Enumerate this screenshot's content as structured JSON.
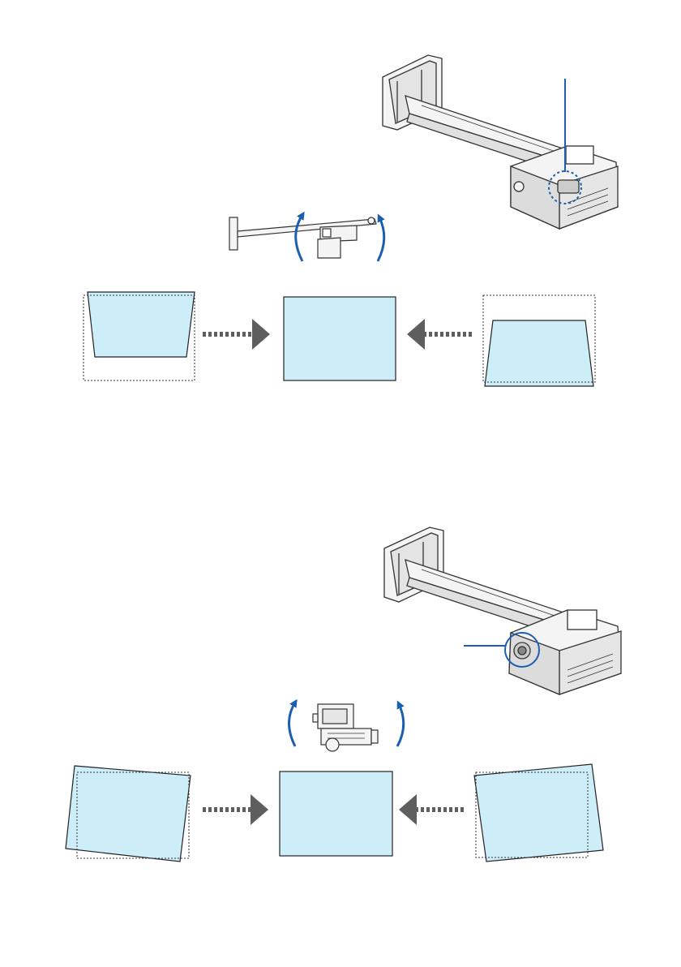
{
  "colors": {
    "screen_fill": "#cdeef9",
    "outline": "#222222",
    "dotted_frame": "#333333",
    "arrow_fill": "#5e5e5e",
    "rotation_arrow": "#1c5fb0",
    "callout_circle": "#1c5fb0",
    "hardware_stroke": "#333333",
    "hardware_fill": "#f4f4f4"
  },
  "sections": [
    {
      "id": "vertical-tilt-adjustment",
      "image_left": "keystone-top-wide",
      "image_center": "rectangle-corrected",
      "image_right": "keystone-bottom-wide",
      "rotation_icon": "curved-up-arrow-icon"
    },
    {
      "id": "rotation-adjustment",
      "image_left": "skewed-screen",
      "image_center": "rectangle-corrected",
      "image_right": "skewed-screen",
      "rotation_icon": "curved-up-arrow-icon"
    }
  ]
}
